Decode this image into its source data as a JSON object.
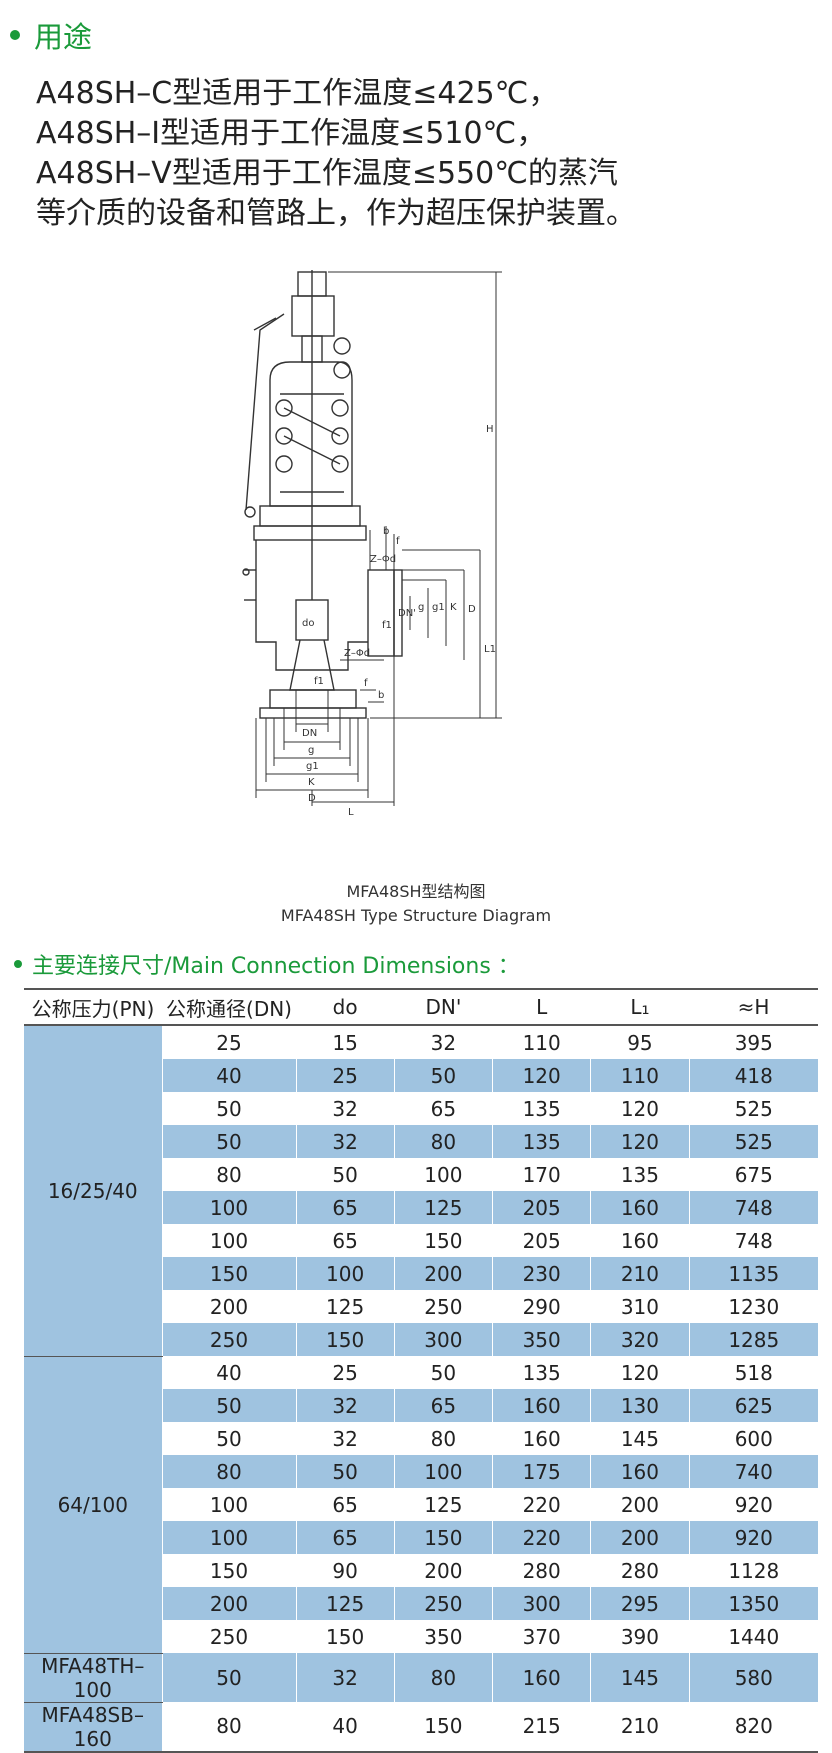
{
  "usage": {
    "title": "用途",
    "lines": [
      "A48SH–C型适用于工作温度≤425℃，",
      "A48SH–I型适用于工作温度≤510℃，",
      "A48SH–V型适用于工作温度≤550℃的蒸汽",
      "等介质的设备和管路上，作为超压保护装置。"
    ]
  },
  "diagram": {
    "caption_cn": "MFA48SH型结构图",
    "caption_en": "MFA48SH Type Structure Diagram",
    "labels": {
      "H": "H",
      "L1": "L1",
      "D_right": "D",
      "K_right": "K",
      "g_right": "g",
      "g1_right": "g1",
      "DN_prime": "DN'",
      "f1_right": "f1",
      "b_top": "b",
      "f_top": "f",
      "zd_top": "Z–Φd",
      "do": "do",
      "zd_bottom": "Z–Φd",
      "f1_bottom": "f1",
      "f_bottom": "f",
      "b_bottom": "b",
      "DN": "DN",
      "g": "g",
      "g1": "g1",
      "K": "K",
      "D": "D",
      "L": "L"
    }
  },
  "dimensions": {
    "title": "主要连接尺寸/Main Connection Dimensions ：",
    "headers": [
      "公称压力(PN)",
      "公称通径(DN)",
      "do",
      "DN'",
      "L",
      "L₁",
      "≈H"
    ],
    "groups": [
      {
        "pn": "16/25/40",
        "rows": [
          [
            "25",
            "15",
            "32",
            "110",
            "95",
            "395"
          ],
          [
            "40",
            "25",
            "50",
            "120",
            "110",
            "418"
          ],
          [
            "50",
            "32",
            "65",
            "135",
            "120",
            "525"
          ],
          [
            "50",
            "32",
            "80",
            "135",
            "120",
            "525"
          ],
          [
            "80",
            "50",
            "100",
            "170",
            "135",
            "675"
          ],
          [
            "100",
            "65",
            "125",
            "205",
            "160",
            "748"
          ],
          [
            "100",
            "65",
            "150",
            "205",
            "160",
            "748"
          ],
          [
            "150",
            "100",
            "200",
            "230",
            "210",
            "1135"
          ],
          [
            "200",
            "125",
            "250",
            "290",
            "310",
            "1230"
          ],
          [
            "250",
            "150",
            "300",
            "350",
            "320",
            "1285"
          ]
        ]
      },
      {
        "pn": "64/100",
        "rows": [
          [
            "40",
            "25",
            "50",
            "135",
            "120",
            "518"
          ],
          [
            "50",
            "32",
            "65",
            "160",
            "130",
            "625"
          ],
          [
            "50",
            "32",
            "80",
            "160",
            "145",
            "600"
          ],
          [
            "80",
            "50",
            "100",
            "175",
            "160",
            "740"
          ],
          [
            "100",
            "65",
            "125",
            "220",
            "200",
            "920"
          ],
          [
            "100",
            "65",
            "150",
            "220",
            "200",
            "920"
          ],
          [
            "150",
            "90",
            "200",
            "280",
            "280",
            "1128"
          ],
          [
            "200",
            "125",
            "250",
            "300",
            "295",
            "1350"
          ],
          [
            "250",
            "150",
            "350",
            "370",
            "390",
            "1440"
          ]
        ]
      },
      {
        "pn": "MFA48TH–100",
        "rows": [
          [
            "50",
            "32",
            "80",
            "160",
            "145",
            "580"
          ]
        ]
      },
      {
        "pn": "MFA48SB–160",
        "rows": [
          [
            "80",
            "40",
            "150",
            "215",
            "210",
            "820"
          ]
        ]
      }
    ]
  },
  "colors": {
    "accent_green": "#1a9a3a",
    "row_blue": "#9fc3e0"
  }
}
